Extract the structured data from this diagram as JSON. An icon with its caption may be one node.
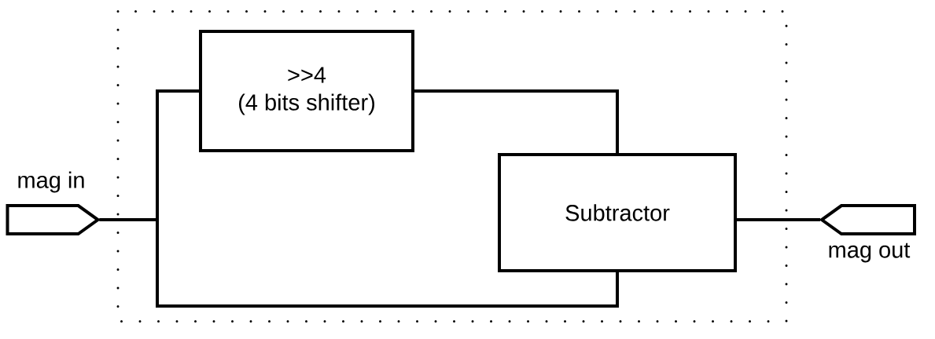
{
  "diagram": {
    "nodes": [
      {
        "text": [],
        "shape": "box"
      },
      {
        "text": [
          ">>4",
          "(4 bits shifter)"
        ],
        "in": 0
      },
      {
        "text": [
          "Subtractor"
        ],
        "in": 0
      },
      {
        "text": [],
        "shape": "pentagon",
        "beside": [
          "mag in"
        ]
      },
      {
        "text": [],
        "shape": "pentagon",
        "beside": [
          "mag out"
        ]
      }
    ],
    "edges": [
      {
        "from": 3,
        "to": 1,
        "arrow": "none"
      },
      {
        "from": 3,
        "to": 2,
        "arrow": "none"
      },
      {
        "from": 1,
        "to": 2,
        "arrow": "none"
      },
      {
        "from": 2,
        "to": 4,
        "arrow": "none"
      }
    ]
  }
}
